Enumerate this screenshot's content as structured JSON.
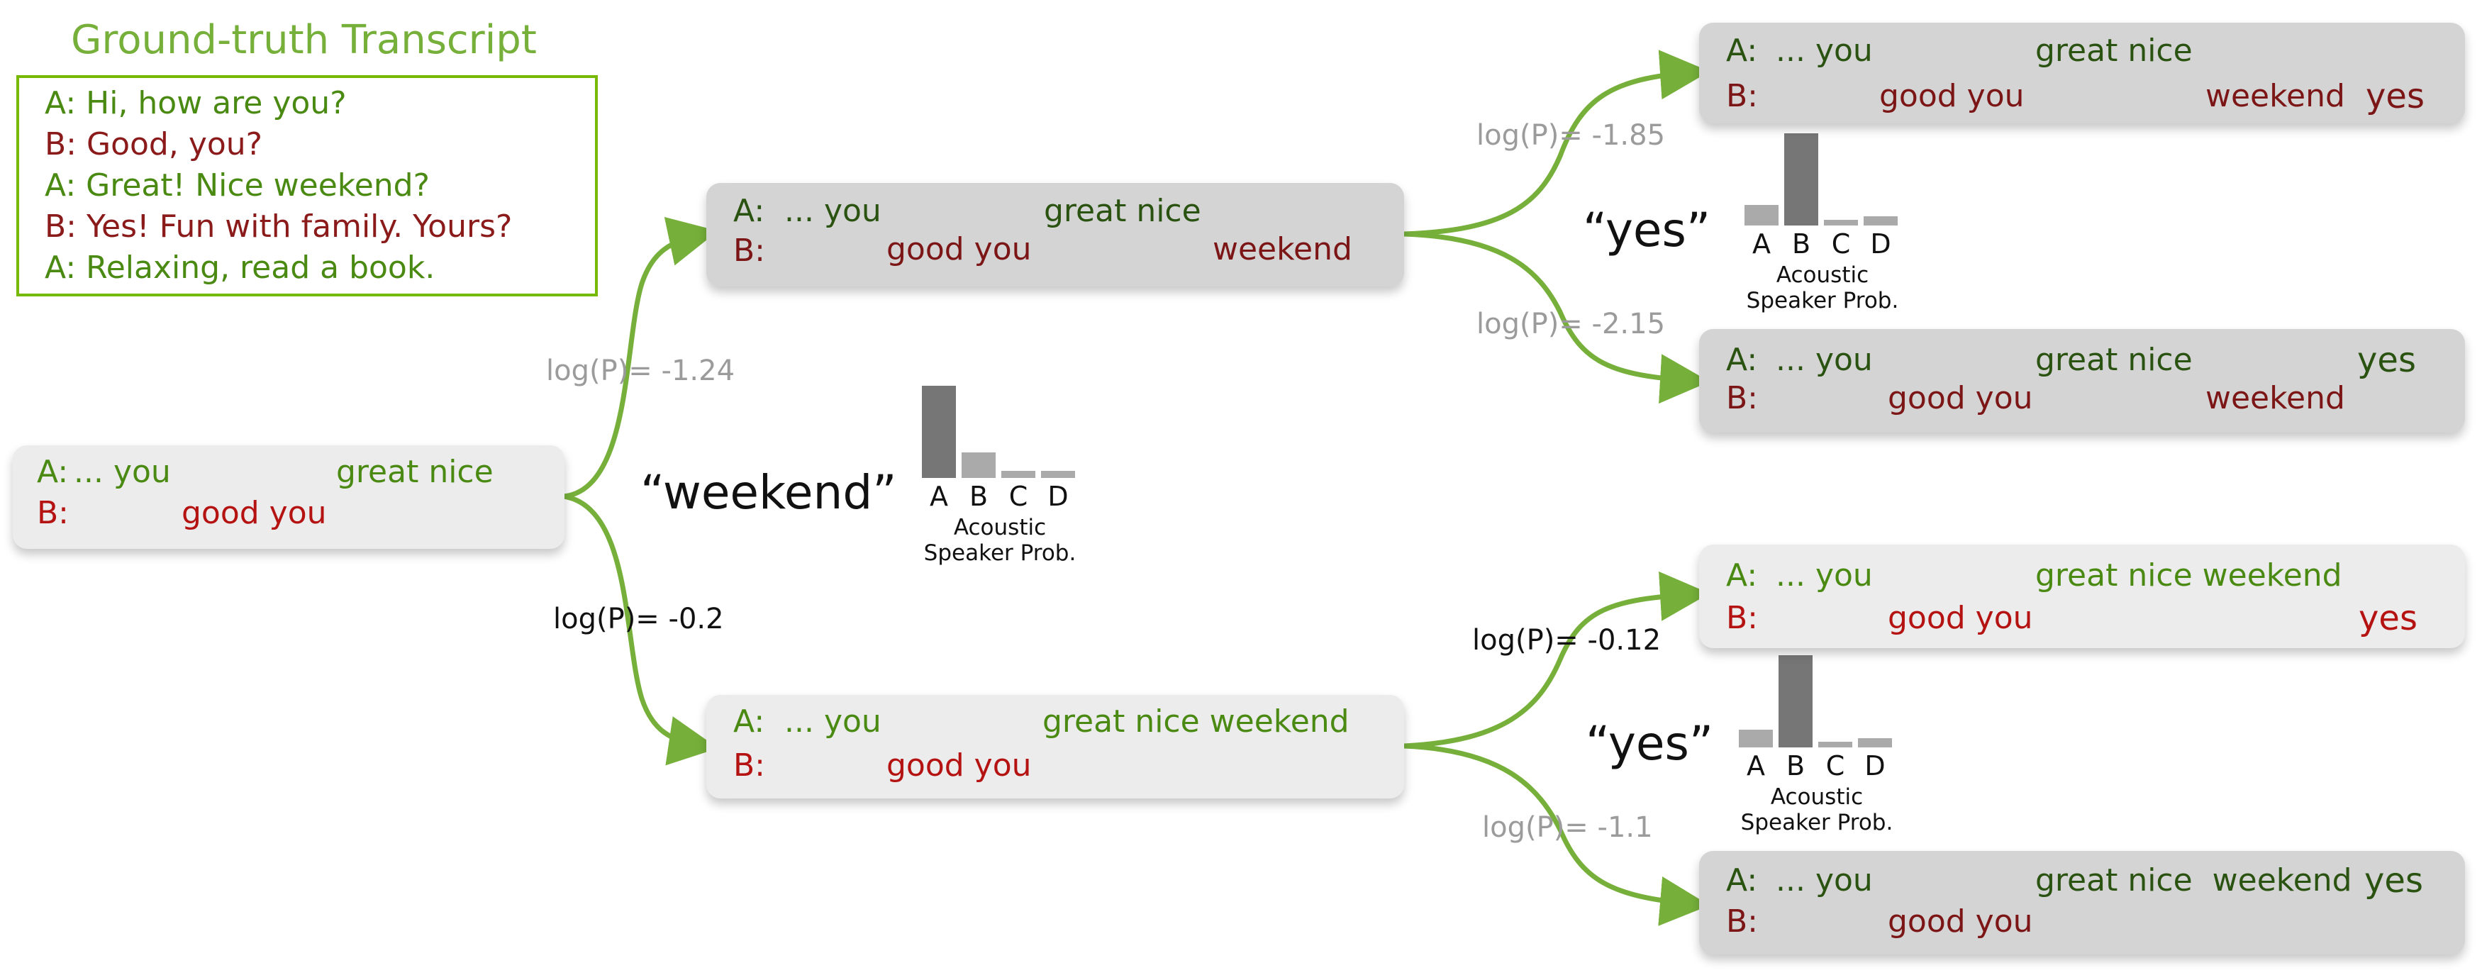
{
  "ground_truth": {
    "title": "Ground-truth Transcript",
    "lines": [
      {
        "speaker": "A",
        "text": "A: Hi, how are you?"
      },
      {
        "speaker": "B",
        "text": "B: Good, you?"
      },
      {
        "speaker": "A",
        "text": "A: Great! Nice weekend?"
      },
      {
        "speaker": "B",
        "text": "B: Yes! Fun with family. Yours?"
      },
      {
        "speaker": "A",
        "text": "A: Relaxing, read a book."
      }
    ]
  },
  "root": {
    "a_prefix": "A:",
    "a_you": "... you",
    "a_great": "great nice",
    "b_prefix": "B:",
    "b_text": "good you"
  },
  "step1": {
    "token": "“weekend”",
    "upper_logp": "log(P)= -1.24",
    "lower_logp": "log(P)= -0.2",
    "upper": {
      "a_prefix": "A:",
      "a_you": "... you",
      "a_great": "great nice",
      "b_prefix": "B:",
      "b_good": "good you",
      "b_weekend": "weekend"
    },
    "lower": {
      "a_prefix": "A:",
      "a_you": "... you",
      "a_great": "great nice weekend",
      "b_prefix": "B:",
      "b_good": "good you"
    },
    "acoustic": {
      "labels": [
        "A",
        "B",
        "C",
        "D"
      ],
      "probs": [
        0.62,
        0.17,
        0.05,
        0.05
      ],
      "caption": "Acoustic Speaker Prob."
    }
  },
  "step2_upper": {
    "token": "“yes”",
    "upper_logp": "log(P)= -1.85",
    "lower_logp": "log(P)= -2.15",
    "upper": {
      "a_prefix": "A:",
      "a_you": "... you",
      "a_great": "great nice",
      "b_prefix": "B:",
      "b_good": "good you",
      "b_weekend": "weekend",
      "b_yes": "yes"
    },
    "lower": {
      "a_prefix": "A:",
      "a_you": "... you",
      "a_great": "great nice",
      "a_yes": "yes",
      "b_prefix": "B:",
      "b_good": "good you",
      "b_weekend": "weekend"
    },
    "acoustic": {
      "labels": [
        "A",
        "B",
        "C",
        "D"
      ],
      "probs": [
        0.14,
        0.62,
        0.04,
        0.06
      ],
      "caption": "Acoustic Speaker Prob."
    }
  },
  "step2_lower": {
    "token": "“yes”",
    "upper_logp": "log(P)= -0.12",
    "lower_logp": "log(P)= -1.1",
    "upper": {
      "a_prefix": "A:",
      "a_you": "... you",
      "a_great": "great nice weekend",
      "b_prefix": "B:",
      "b_good": "good you",
      "b_yes": "yes"
    },
    "lower": {
      "a_prefix": "A:",
      "a_you": "... you",
      "a_great": "great nice  weekend",
      "a_yes": "yes",
      "b_prefix": "B:",
      "b_good": "good you"
    },
    "acoustic": {
      "labels": [
        "A",
        "B",
        "C",
        "D"
      ],
      "probs": [
        0.12,
        0.62,
        0.04,
        0.06
      ],
      "caption": "Acoustic Speaker Prob."
    }
  },
  "colors": {
    "arrow": "#76b03a",
    "box_dark": "#d4d4d4",
    "box_light": "#ececec",
    "bar_dark": "#767676",
    "bar_light": "#aaaaaa"
  }
}
